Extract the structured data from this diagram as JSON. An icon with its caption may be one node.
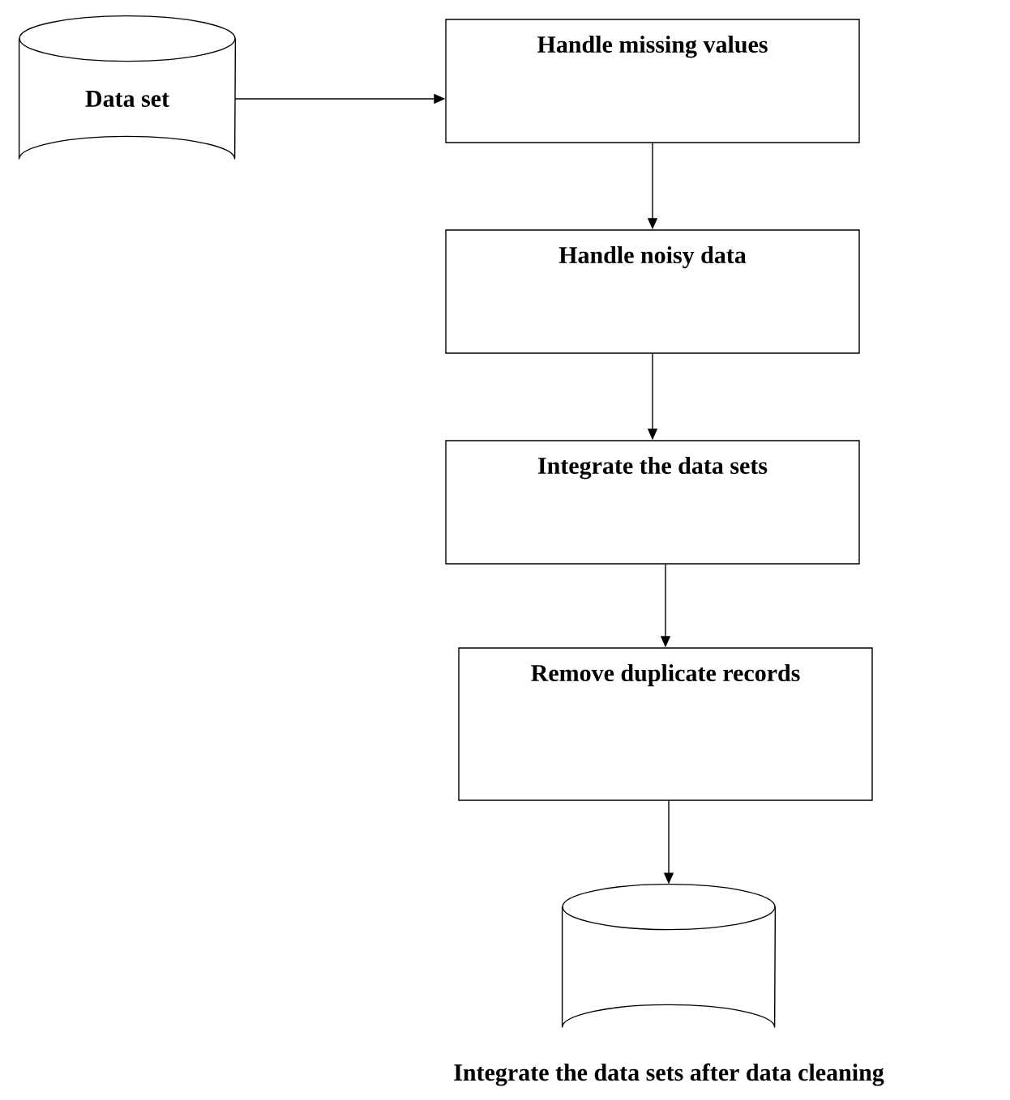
{
  "diagram": {
    "nodes": [
      {
        "text": [
          "Data set"
        ]
      },
      {
        "text": [
          "Handle missing values"
        ]
      },
      {
        "text": [
          "Handle noisy data"
        ]
      },
      {
        "text": [
          "Integrate the data sets"
        ]
      },
      {
        "text": [
          "Remove duplicate records"
        ]
      },
      {
        "text": [
          "Integrate the data sets after data cleaning"
        ]
      }
    ],
    "edges": [
      {
        "from": 0,
        "to": 1,
        "arrow": "to"
      },
      {
        "from": 1,
        "to": 2,
        "arrow": "to"
      },
      {
        "from": 2,
        "to": 3,
        "arrow": "to"
      },
      {
        "from": 3,
        "to": 4,
        "arrow": "to"
      },
      {
        "from": 4,
        "to": 5,
        "arrow": "to"
      }
    ]
  }
}
